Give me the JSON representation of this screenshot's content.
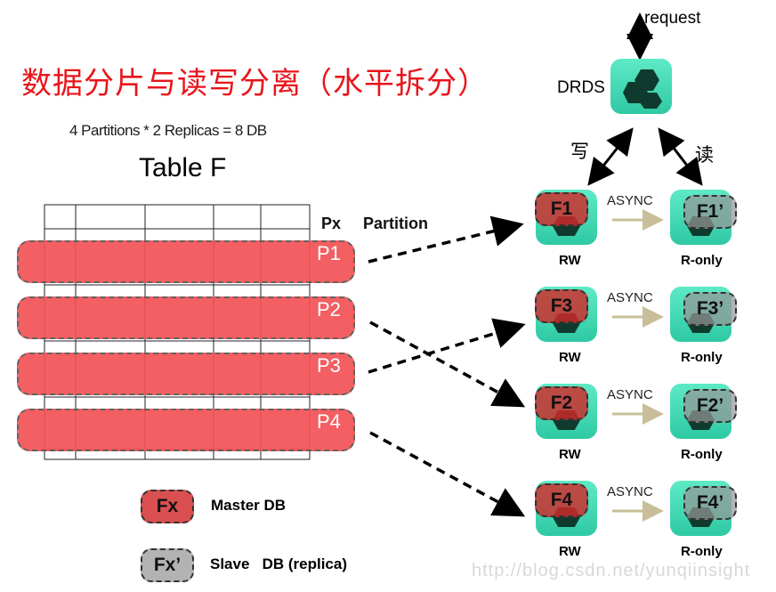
{
  "title": "数据分片与读写分离（水平拆分）",
  "formula": "4 Partitions * 2 Replicas = 8 DB",
  "table_title": "Table F",
  "columns": {
    "px": "Px",
    "partition": "Partition"
  },
  "partitions": [
    "P1",
    "P2",
    "P3",
    "P4"
  ],
  "drds": {
    "label": "DRDS",
    "request": "request",
    "write": "写",
    "read": "读"
  },
  "shards": [
    {
      "master": "F1",
      "slave": "F1’",
      "async": "ASYNC",
      "rw": "RW",
      "ro": "R-only"
    },
    {
      "master": "F3",
      "slave": "F3’",
      "async": "ASYNC",
      "rw": "RW",
      "ro": "R-only"
    },
    {
      "master": "F2",
      "slave": "F2’",
      "async": "ASYNC",
      "rw": "RW",
      "ro": "R-only"
    },
    {
      "master": "F4",
      "slave": "F4’",
      "async": "ASYNC",
      "rw": "RW",
      "ro": "R-only"
    }
  ],
  "legend": {
    "master_badge": "Fx",
    "master_label": "Master DB",
    "slave_badge": "Fx’",
    "slave_label": "Slave   DB (replica)"
  },
  "watermark": "http://blog.csdn.net/yunqiinsight",
  "colors": {
    "title": "#e8151b",
    "band": "#f25255",
    "node": "#3dd9b3",
    "master": "#d22828",
    "slave": "#969696"
  }
}
